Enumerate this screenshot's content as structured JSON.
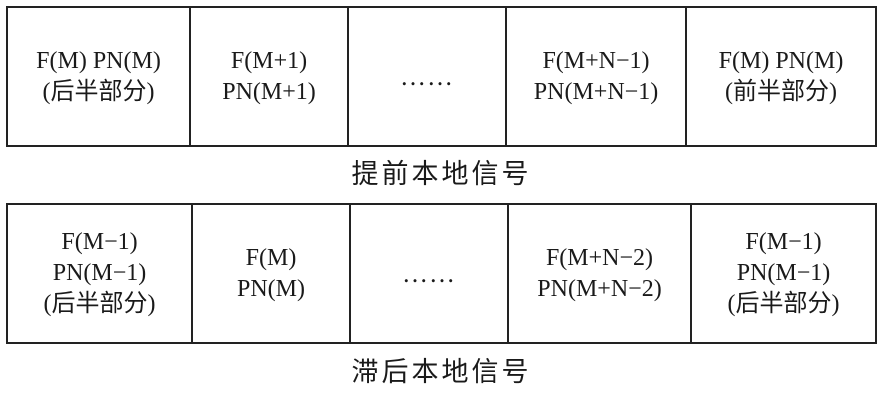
{
  "rows": [
    {
      "caption": "提前本地信号",
      "cells": [
        {
          "lines": [
            "F(M) PN(M)",
            "(后半部分)"
          ]
        },
        {
          "lines": [
            "F(M+1)",
            "PN(M+1)"
          ]
        },
        {
          "lines": [
            "……"
          ]
        },
        {
          "lines": [
            "F(M+N−1)",
            "PN(M+N−1)"
          ]
        },
        {
          "lines": [
            "F(M) PN(M)",
            "(前半部分)"
          ]
        }
      ]
    },
    {
      "caption": "滞后本地信号",
      "cells": [
        {
          "lines": [
            "F(M−1)",
            "PN(M−1)",
            "(后半部分)"
          ]
        },
        {
          "lines": [
            "F(M)",
            "PN(M)"
          ]
        },
        {
          "lines": [
            "……"
          ]
        },
        {
          "lines": [
            "F(M+N−2)",
            "PN(M+N−2)"
          ]
        },
        {
          "lines": [
            "F(M−1)",
            "PN(M−1)",
            "(后半部分)"
          ]
        }
      ]
    }
  ]
}
